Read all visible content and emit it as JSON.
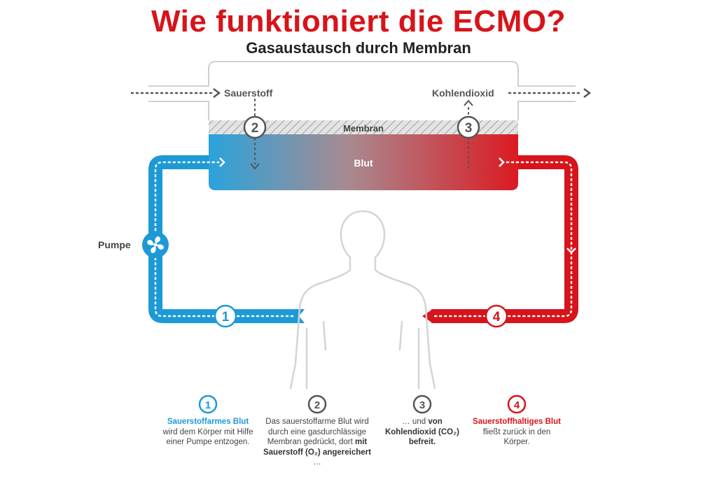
{
  "title": "Wie funktioniert die ECMO?",
  "subtitle": "Gasaustausch durch Membran",
  "labels": {
    "sauerstoff": "Sauerstoff",
    "kohlendioxid": "Kohlendioxid",
    "membran": "Membran",
    "blut": "Blut",
    "pumpe": "Pumpe"
  },
  "numbers": [
    "1",
    "2",
    "3",
    "4"
  ],
  "colors": {
    "blue": "#1d9ad6",
    "red": "#d7141b",
    "gray": "#9a9a9a",
    "dark": "#333333"
  },
  "icons": [
    "fan-icon",
    "human-silhouette"
  ],
  "steps": [
    {
      "num": "1",
      "bold": "Sauerstoffarmes Blut",
      "text": " wird dem Körper mit Hilfe einer Pumpe entzogen."
    },
    {
      "num": "2",
      "text": "Das sauerstoffarme Blut wird durch eine gasdurchlässige Membran gedrückt, dort ",
      "bold": "mit Sauerstoff (O₂) angereichert",
      "tail": " …"
    },
    {
      "num": "3",
      "text": "… und ",
      "bold": "von Kohlendioxid (CO₂) befreit."
    },
    {
      "num": "4",
      "bold": "Sauerstoffhaltiges Blut",
      "text": " fließt zurück in den Körper."
    }
  ]
}
